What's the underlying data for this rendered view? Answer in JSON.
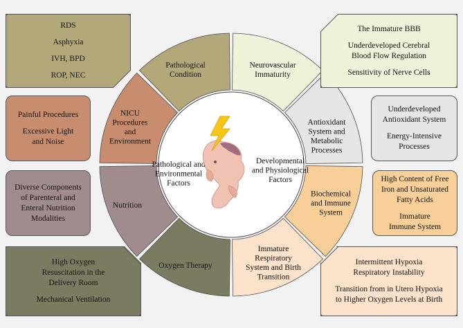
{
  "center": {
    "left_label": [
      "Pathological and",
      "Environmental",
      "Factors"
    ],
    "right_label": [
      "Developmental",
      "and Physiological",
      "Factors"
    ],
    "image": "fetus-with-lightning-bolt-icon"
  },
  "segments": [
    {
      "key": "pathological",
      "lines": [
        "Pathological",
        "Condition"
      ],
      "color": "#b3a879"
    },
    {
      "key": "neurovascular",
      "lines": [
        "Neurovascular",
        "Immaturity"
      ],
      "color": "#f1f2da"
    },
    {
      "key": "antioxidant",
      "lines": [
        "Antioxidant",
        "System and",
        "Metabolic",
        "Processes"
      ],
      "color": "#e6e6e6"
    },
    {
      "key": "biochemical",
      "lines": [
        "Biochemical",
        "and Immune",
        "System"
      ],
      "color": "#f8cf98"
    },
    {
      "key": "respiratory",
      "lines": [
        "Immature",
        "Respiratory",
        "System and Birth",
        "Transition"
      ],
      "color": "#fde2cb"
    },
    {
      "key": "oxygen",
      "lines": [
        "Oxygen Therapy"
      ],
      "color": "#7b7b61"
    },
    {
      "key": "nutrition",
      "lines": [
        "Nutrition"
      ],
      "color": "#a08c8d"
    },
    {
      "key": "nicu",
      "lines": [
        "NICU",
        "Procedures",
        "and",
        "Environment"
      ],
      "color": "#c88d6f"
    }
  ],
  "boxes": [
    {
      "key": "pathological",
      "color": "#b3a879",
      "items": [
        [
          "RDS"
        ],
        [
          "Asphyxia"
        ],
        [
          "IVH, BPD"
        ],
        [
          "ROP, NEC"
        ]
      ]
    },
    {
      "key": "neurovascular",
      "color": "#f1f2da",
      "items": [
        [
          "The Immature BBB"
        ],
        [
          "Underdeveloped Cerebral",
          "Blood Flow Regulation"
        ],
        [
          "Sensitivity of Nerve Cells"
        ]
      ]
    },
    {
      "key": "antioxidant",
      "color": "#e6e6e6",
      "items": [
        [
          "Underdeveloped",
          "Antioxidant System"
        ],
        [
          "Energy-Intensive",
          "Processes"
        ]
      ]
    },
    {
      "key": "biochemical",
      "color": "#f8cf98",
      "items": [
        [
          "High Content of Free",
          "Iron and Unsaturated",
          "Fatty Acids"
        ],
        [
          "Immature",
          "Immune System"
        ]
      ]
    },
    {
      "key": "respiratory",
      "color": "#fde2cb",
      "items": [
        [
          "Intermittent Hypoxia",
          "Respiratory Instability"
        ],
        [
          "Transition from in Utero Hypoxia",
          "to Higher Oxygen Levels at Birth"
        ]
      ]
    },
    {
      "key": "oxygen",
      "color": "#7b7b61",
      "items": [
        [
          "High Oxygen",
          "Resuscitation in the",
          "Delivery Room"
        ],
        [
          "Mechanical Ventilation"
        ]
      ]
    },
    {
      "key": "nutrition",
      "color": "#a08c8d",
      "items": [
        [
          "Diverse Components",
          "of Parenteral and",
          "Enteral Nutrition",
          "Modalities"
        ]
      ]
    },
    {
      "key": "nicu",
      "color": "#c88d6f",
      "items": [
        [
          "Painful Procedures"
        ],
        [
          "Excessive Light",
          "and Noise"
        ]
      ]
    }
  ]
}
